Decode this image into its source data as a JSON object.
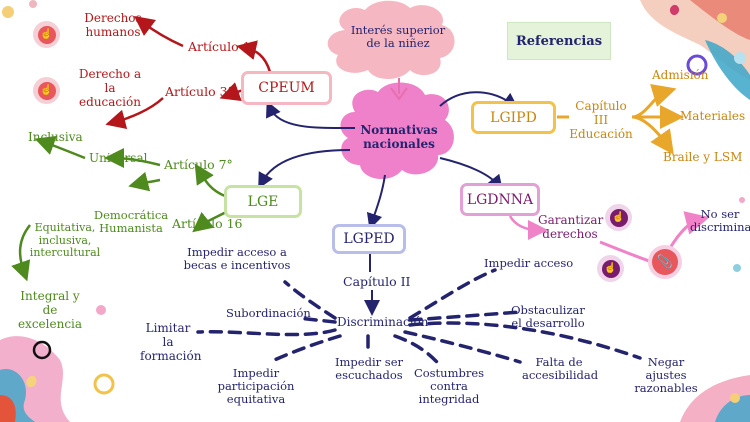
{
  "root": {
    "label": "Normativas nacionales"
  },
  "top_cloud": {
    "label": "Interés superior de la niñez"
  },
  "references": {
    "label": "Referencias"
  },
  "cpeum": {
    "label": "CPEUM",
    "art1": "Artículo 1°",
    "art3": "Artículo 3°",
    "derechos_humanos": "Derechos humanos",
    "derecho_educacion": "Derecho a la educación"
  },
  "lge": {
    "label": "LGE",
    "art7": "Artículo 7°",
    "art16": "Artículo 16",
    "inclusiva": "Inclusiva",
    "universal": "Universal",
    "democratica": "Democrática Humanista",
    "equitativa": "Equitativa, inclusiva, intercultural",
    "integral": "Integral y de excelencia"
  },
  "lgipd": {
    "label": "LGIPD",
    "capitulo": "Capítulo III Educación",
    "admision": "Admisión",
    "materiales": "Materiales",
    "braile": "Braile y LSM"
  },
  "lgdnna": {
    "label": "LGDNNA",
    "garantizar": "Garantizar derechos",
    "no_ser": "No ser discriminado"
  },
  "lgped": {
    "label": "LGPED",
    "capitulo": "Capítulo II",
    "discriminacion": "Discriminación",
    "items": {
      "becas": "Impedir acceso a becas e incentivos",
      "subordinacion": "Subordinación",
      "limitar": "Limitar la formación",
      "participacion": "Impedir participación equitativa",
      "escuchados": "Impedir ser escuchados",
      "costumbres": "Costumbres contra integridad",
      "accesibilidad": "Falta de accesibilidad",
      "ajustes": "Negar ajustes razonables",
      "obstaculizar": "Obstaculizar el desarrollo",
      "acceso": "Impedir acceso"
    }
  },
  "colors": {
    "red": "#b3171b",
    "green": "#4e8a1e",
    "navy": "#24246e",
    "orange": "#e8a72a",
    "purple": "#8c1f7f",
    "pink": "#f082c8"
  },
  "icons": [
    "hand-pointer-icon",
    "paperclip-icon"
  ]
}
